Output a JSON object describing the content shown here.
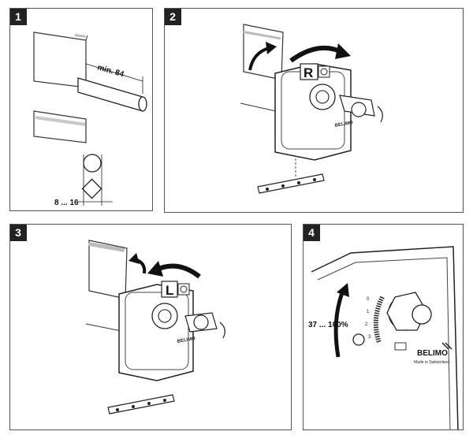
{
  "panels": [
    {
      "number": "1"
    },
    {
      "number": "2",
      "direction_letter": "R"
    },
    {
      "number": "3",
      "direction_letter": "L"
    },
    {
      "number": "4"
    }
  ],
  "annotations": {
    "shaft_length": "min. 84",
    "shaft_range": "8 ... 16",
    "rotation_range": "37 ... 100%"
  },
  "brand": {
    "name": "BELIMO",
    "tagline": "Made in Switzerland"
  }
}
